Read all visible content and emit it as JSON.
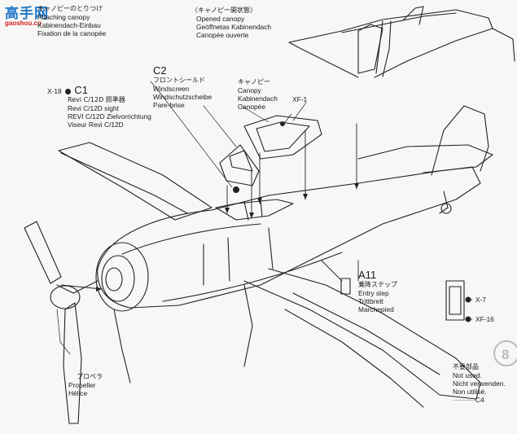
{
  "logo": {
    "characters": "高手网",
    "url_text": "gaoshou.cn"
  },
  "attaching": {
    "jp": "キャノピーのとりつけ",
    "en": "Attaching canopy",
    "de": "Kabinendach-Einbau",
    "fr": "Fixation de la canopée"
  },
  "opened": {
    "jp": "〈キャノピー開状態〉",
    "en": "Opened canopy",
    "de": "Geöffnetas Kabinendach",
    "fr": "Canopée ouverte"
  },
  "c2": {
    "part": "C2",
    "jp": "フロントシールド",
    "en": "Windscreen",
    "de": "Windschutzscheibe",
    "fr": "Pare-brise"
  },
  "canopy": {
    "jp": "キャノピー",
    "en": "Canopy",
    "de": "Kabinendach",
    "fr": "Canopée"
  },
  "xf1": {
    "label": "XF-1"
  },
  "c1": {
    "paint": "X-18",
    "part": "C1",
    "jp": "Revi C/12D 照準器",
    "en": "Revi C/12D sight",
    "de": "REVI C/12D Zielvorrichtung",
    "fr": "Viseur Revi C/12D"
  },
  "a11": {
    "part": "A11",
    "jp": "乗降ステップ",
    "en": "Entry step",
    "de": "Trittbrett",
    "fr": "Marchepied"
  },
  "step_paints": {
    "x7": "X-7",
    "xf16": "XF-16"
  },
  "propeller": {
    "jp": "プロペラ",
    "en": "Propeller",
    "fr": "Hélice"
  },
  "unused": {
    "jp": "不要部品",
    "en": "Not used.",
    "de": "Nicht verwenden.",
    "fr": "Non utilisé.",
    "part": "··········C4"
  },
  "step_number": "8"
}
